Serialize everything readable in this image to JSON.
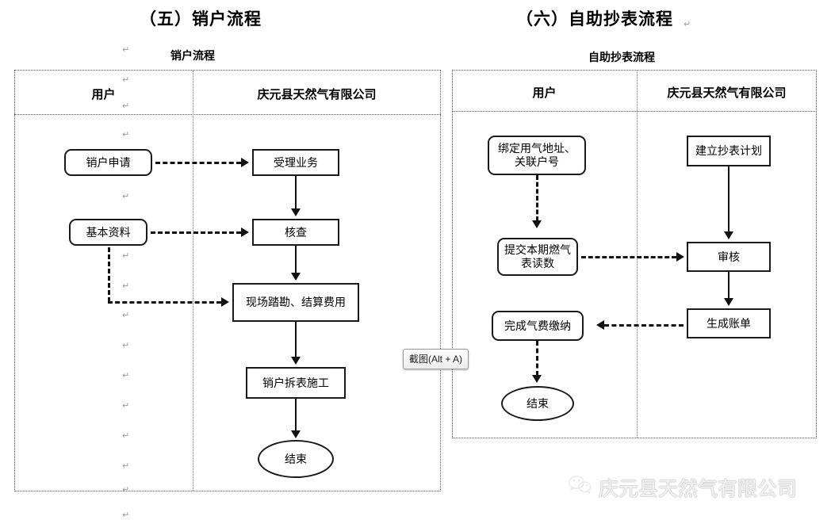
{
  "page": {
    "background": "#ffffff",
    "ink": "#111111",
    "lane_border": "#555555"
  },
  "headings": [
    {
      "id": "heading-left",
      "text": "（五）销户流程"
    },
    {
      "id": "heading-right",
      "text": "（六）自助抄表流程"
    }
  ],
  "diagrams": [
    {
      "id": "xiaohu-liucheng",
      "title": "销户流程",
      "lanes": [
        {
          "id": "lane-user",
          "label": "用户"
        },
        {
          "id": "lane-company",
          "label": "庆元县天然气有限公司"
        }
      ],
      "nodes": [
        {
          "id": "n1",
          "shape": "round",
          "lane": "lane-user",
          "text": "销户申请"
        },
        {
          "id": "n2",
          "shape": "round",
          "lane": "lane-user",
          "text": "基本资料"
        },
        {
          "id": "n3",
          "shape": "rect",
          "lane": "lane-company",
          "text": "受理业务"
        },
        {
          "id": "n4",
          "shape": "rect",
          "lane": "lane-company",
          "text": "核查"
        },
        {
          "id": "n5",
          "shape": "rect",
          "lane": "lane-company",
          "text": "现场踏勘、结算费用"
        },
        {
          "id": "n6",
          "shape": "rect",
          "lane": "lane-company",
          "text": "销户拆表施工"
        },
        {
          "id": "n7",
          "shape": "oval",
          "lane": "lane-company",
          "text": "结束"
        }
      ],
      "edges": [
        {
          "from": "n1",
          "to": "n3",
          "style": "dashed"
        },
        {
          "from": "n2",
          "to": "n4",
          "style": "dashed"
        },
        {
          "from": "n2",
          "to": "n5",
          "style": "dashed"
        },
        {
          "from": "n3",
          "to": "n4",
          "style": "solid"
        },
        {
          "from": "n4",
          "to": "n5",
          "style": "solid"
        },
        {
          "from": "n5",
          "to": "n6",
          "style": "solid"
        },
        {
          "from": "n6",
          "to": "n7",
          "style": "solid"
        }
      ]
    },
    {
      "id": "zizhu-chaobiao-liucheng",
      "title": "自助抄表流程",
      "lanes": [
        {
          "id": "lane-user-2",
          "label": "用户"
        },
        {
          "id": "lane-company-2",
          "label": "庆元县天然气有限公司"
        }
      ],
      "nodes": [
        {
          "id": "m1",
          "shape": "round",
          "lane": "lane-user-2",
          "text": "绑定用气地址、\n关联户号"
        },
        {
          "id": "m2",
          "shape": "round",
          "lane": "lane-user-2",
          "text": "提交本期燃气\n表读数"
        },
        {
          "id": "m3",
          "shape": "round",
          "lane": "lane-user-2",
          "text": "完成气费缴纳"
        },
        {
          "id": "m4",
          "shape": "oval",
          "lane": "lane-user-2",
          "text": "结束"
        },
        {
          "id": "m5",
          "shape": "rect",
          "lane": "lane-company-2",
          "text": "建立抄表计划"
        },
        {
          "id": "m6",
          "shape": "rect",
          "lane": "lane-company-2",
          "text": "审核"
        },
        {
          "id": "m7",
          "shape": "rect",
          "lane": "lane-company-2",
          "text": "生成账单"
        }
      ],
      "edges": [
        {
          "from": "m1",
          "to": "m2",
          "style": "dashed"
        },
        {
          "from": "m2",
          "to": "m6",
          "style": "dashed"
        },
        {
          "from": "m5",
          "to": "m6",
          "style": "solid"
        },
        {
          "from": "m6",
          "to": "m7",
          "style": "solid"
        },
        {
          "from": "m7",
          "to": "m3",
          "style": "dashed"
        },
        {
          "from": "m3",
          "to": "m4",
          "style": "dashed"
        }
      ]
    }
  ],
  "overlay": {
    "screenshot_tooltip": "截图(Alt + A)"
  },
  "watermark": {
    "text": "庆元县天然气有限公司",
    "icon": "wechat-icon",
    "color": "#f1f1f1"
  },
  "paragraph_marks": {
    "glyph": "↵",
    "color": "#9a9a9a"
  }
}
